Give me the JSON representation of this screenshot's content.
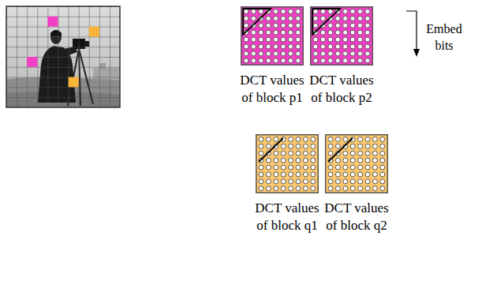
{
  "diagram": {
    "nodes": [
      {
        "text": [
          "DCT values of block p1"
        ]
      },
      {
        "text": [
          "DCT values of block p2"
        ]
      },
      {
        "text": [
          "DCT values of block q1"
        ]
      },
      {
        "text": [
          "DCT values of block q2"
        ]
      }
    ],
    "labels": [
      "Embed bits"
    ]
  }
}
